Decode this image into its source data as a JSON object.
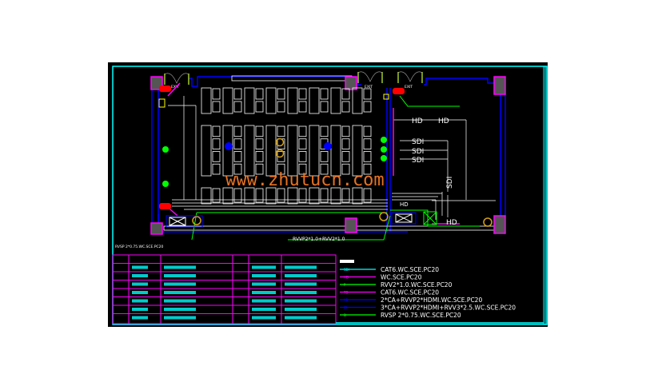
{
  "watermark": "www.zhutucn.com",
  "colors": {
    "background": "#000000",
    "frame": "#00ffff",
    "wall": "#0000ff",
    "column": "#ff00ff",
    "furniture": "#ffffff",
    "cable_green": "#00ff00",
    "watermark": "#ff7f27",
    "red": "#ff0000",
    "yellow": "#ffff00"
  },
  "plan": {
    "exit_labels": [
      "EXIT",
      "EXIT",
      "EXIT"
    ],
    "hd_labels": [
      "HD",
      "HD",
      "HD",
      "HD"
    ],
    "sdi_labels": [
      "SDI",
      "SDI",
      "SDI",
      "SDI"
    ],
    "cable_note_bottom": "RVVP2*1.0+RVV2*1.0",
    "cable_note_left": "RVSP 2*0.75.WC.SCE.PC20"
  },
  "legend_table": {
    "rows": 7
  },
  "cable_legend": {
    "entries": [
      {
        "text": "CAT6.WC.SCE.PC20",
        "color": "#00ffff",
        "tag": "SDI"
      },
      {
        "text": "WC.SCE.PC20",
        "color": "#ff00ff",
        "tag": "HD"
      },
      {
        "text": "RVV2*1.0.WC.SCE.PC20",
        "color": "#00ff00",
        "tag": "P"
      },
      {
        "text": "CAT6.WC.SCE.PC20",
        "color": "#ff00ff",
        "tag": "TD"
      },
      {
        "text": "2*CA+RVVP2*HDMI.WC.SCE.PC20",
        "color": "#0000ff",
        "tag": "YD"
      },
      {
        "text": "3*CA+RVVP2*HDMI+RVV3*2.5.WC.SCE.PC20",
        "color": "#0000ff",
        "tag": "JD"
      },
      {
        "text": "RVSP 2*0.75.WC.SCE.PC20",
        "color": "#00ff00",
        "tag": "D"
      }
    ]
  }
}
